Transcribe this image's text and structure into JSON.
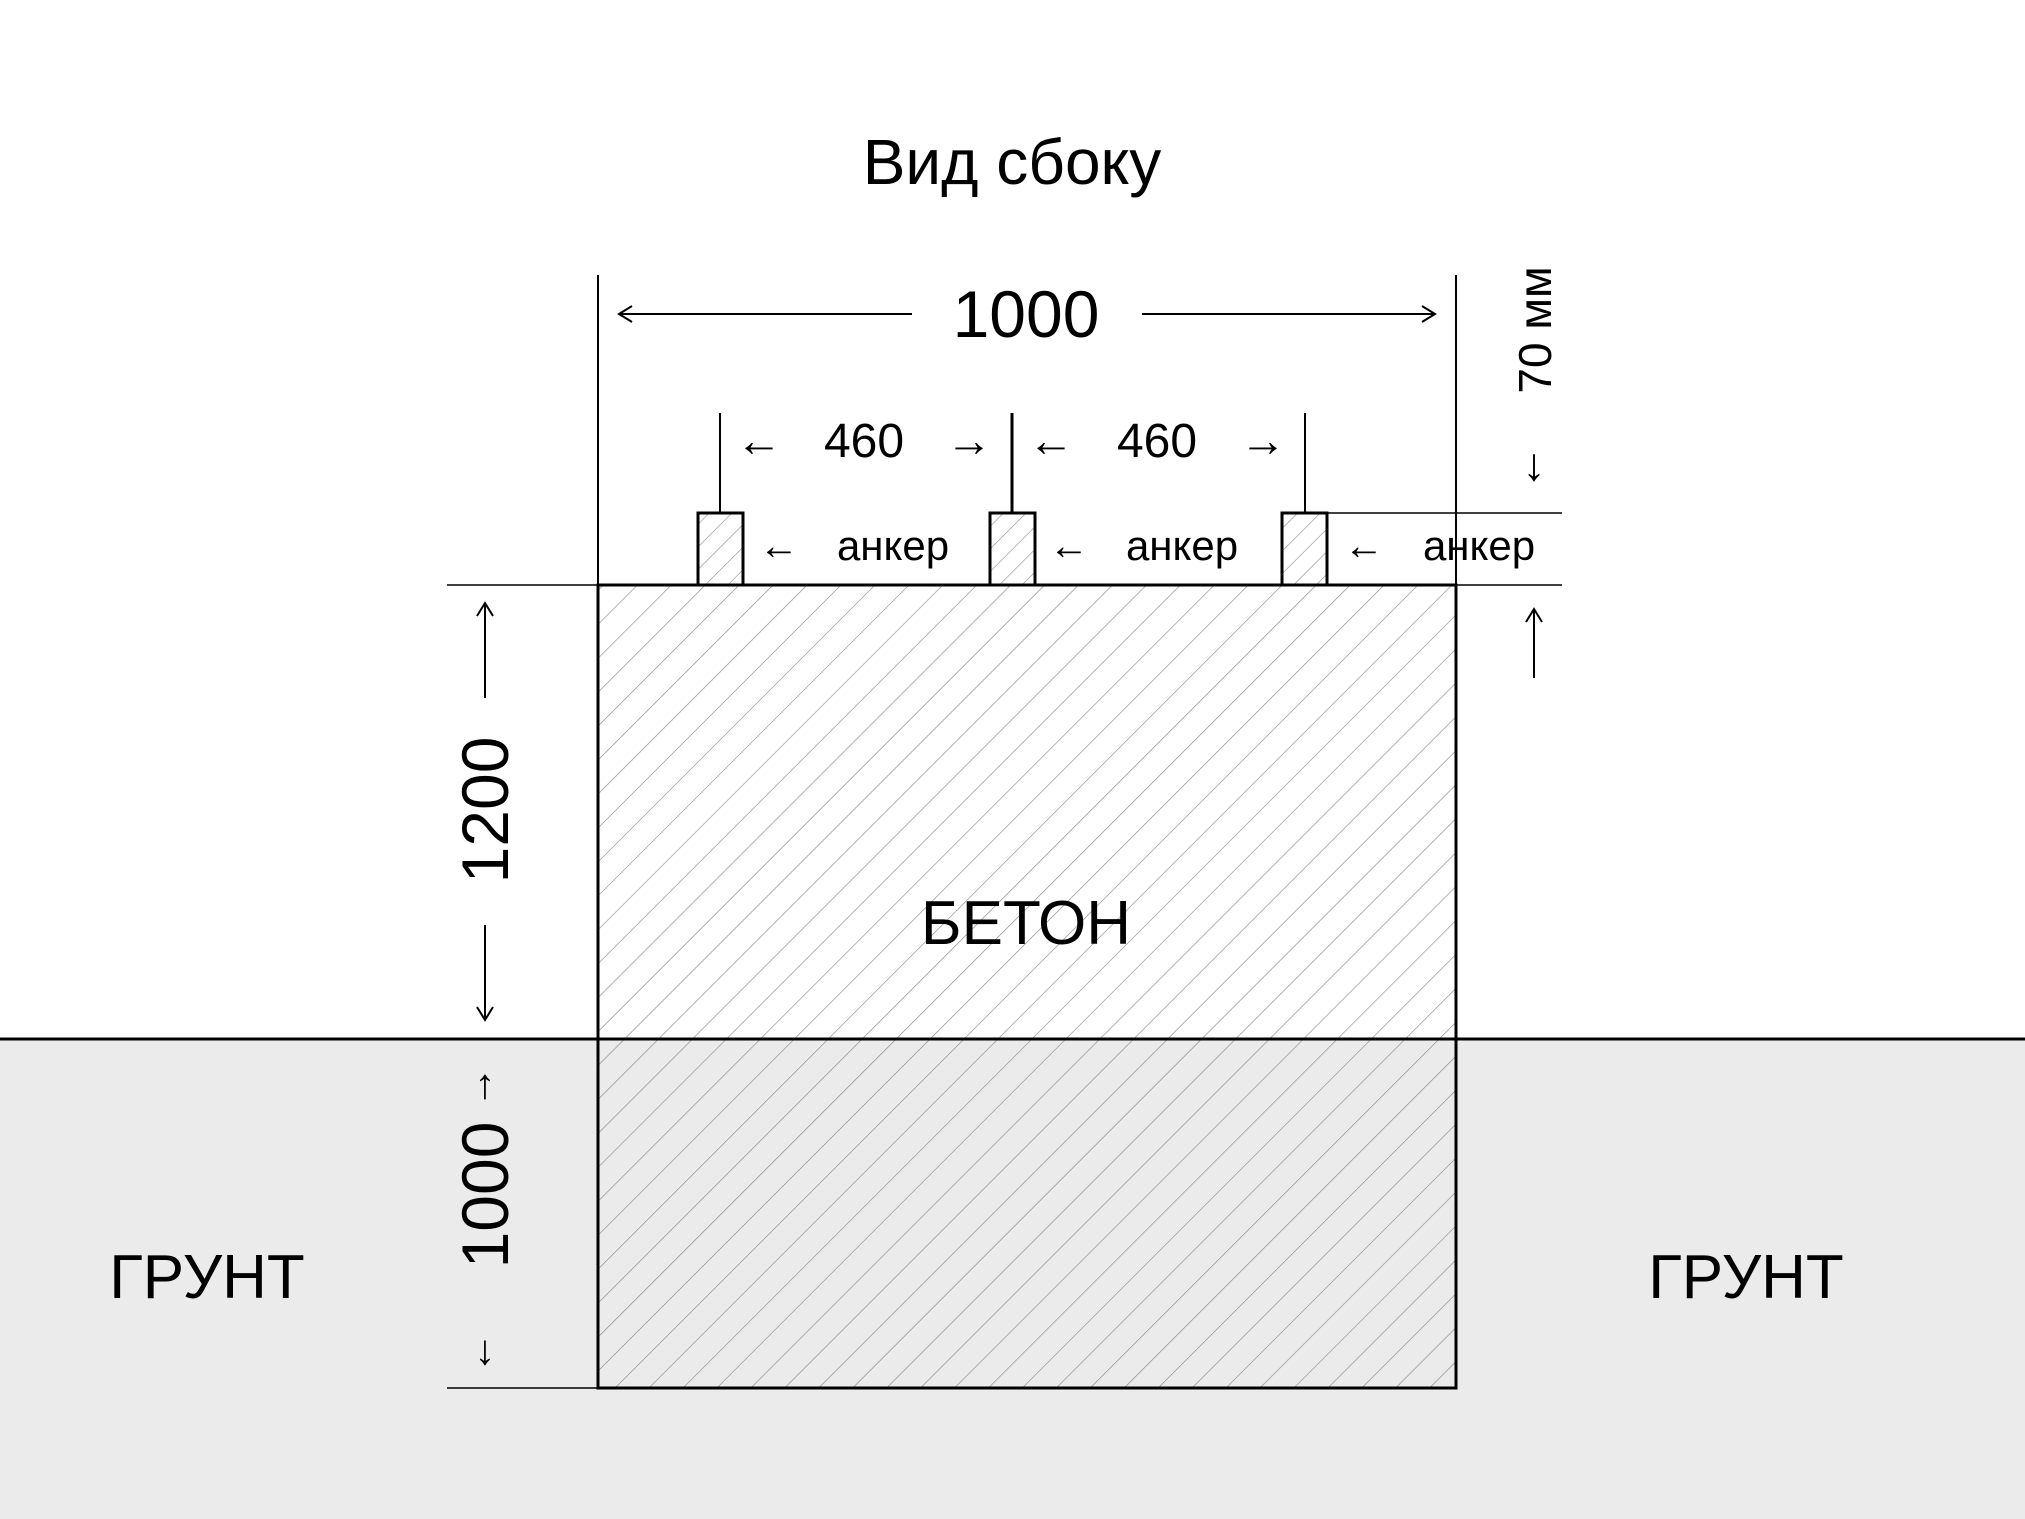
{
  "title": "Вид сбоку",
  "dimensions": {
    "total_width": "1000",
    "spacing_left": "460",
    "spacing_right": "460",
    "anchor_height": "70 мм",
    "above_ground": "1200",
    "below_ground": "1000"
  },
  "labels": {
    "anchor": "анкер",
    "concrete": "БЕТОН",
    "ground_left": "ГРУНТ",
    "ground_right": "ГРУНТ"
  },
  "arrows": {
    "left": "←",
    "right": "→",
    "up": "↑",
    "down": "↓"
  },
  "colors": {
    "ground_fill": "#ebebeb",
    "stroke": "#000000",
    "hatch": "#8a8a8a"
  }
}
